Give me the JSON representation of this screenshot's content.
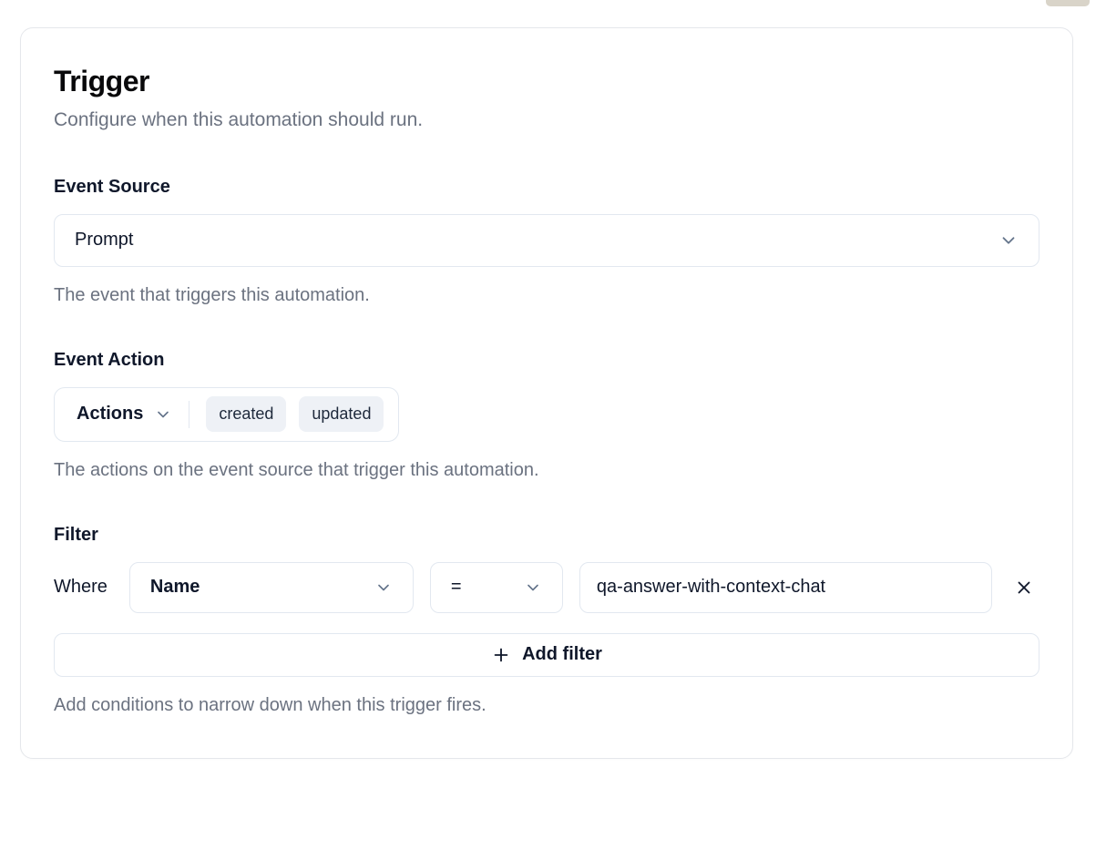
{
  "card": {
    "title": "Trigger",
    "subtitle": "Configure when this automation should run.",
    "event_source": {
      "label": "Event Source",
      "value": "Prompt",
      "help": "The event that triggers this automation."
    },
    "event_action": {
      "label": "Event Action",
      "dropdown_label": "Actions",
      "chips": [
        "created",
        "updated"
      ],
      "help": "The actions on the event source that trigger this automation."
    },
    "filter": {
      "label": "Filter",
      "where_label": "Where",
      "field_value": "Name",
      "operator_value": "=",
      "value": "qa-answer-with-context-chat",
      "add_button_label": "Add filter",
      "help": "Add conditions to narrow down when this trigger fires."
    }
  },
  "colors": {
    "border": "#e2e8f0",
    "muted_text": "#6b7280",
    "chip_bg": "#eef1f6"
  }
}
